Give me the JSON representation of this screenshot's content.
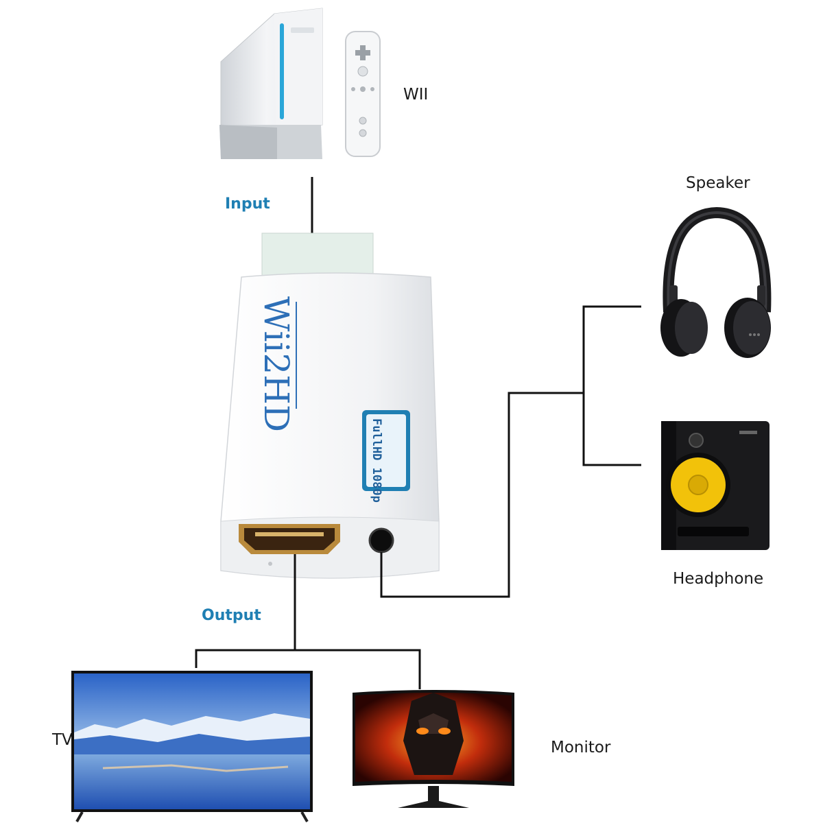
{
  "labels": {
    "wii": "WII",
    "input": "Input",
    "output": "Output",
    "speaker": "Speaker",
    "headphone": "Headphone",
    "tv": "TV",
    "monitor": "Monitor"
  },
  "adapter": {
    "brand_text": "Wii2HD",
    "badge_text": "FullHD 1080p"
  },
  "colors": {
    "accent_blue": "#1f7fb3",
    "wire": "#111111",
    "speaker_cone": "#f2c20a",
    "hdmi_gold": "#b98a3c"
  },
  "icons": {
    "wii-console": "wii-console-icon",
    "wii-remote": "wii-remote-icon",
    "headphones": "headphones-icon",
    "speaker": "speaker-icon",
    "tv": "tv-icon",
    "monitor": "monitor-icon"
  }
}
